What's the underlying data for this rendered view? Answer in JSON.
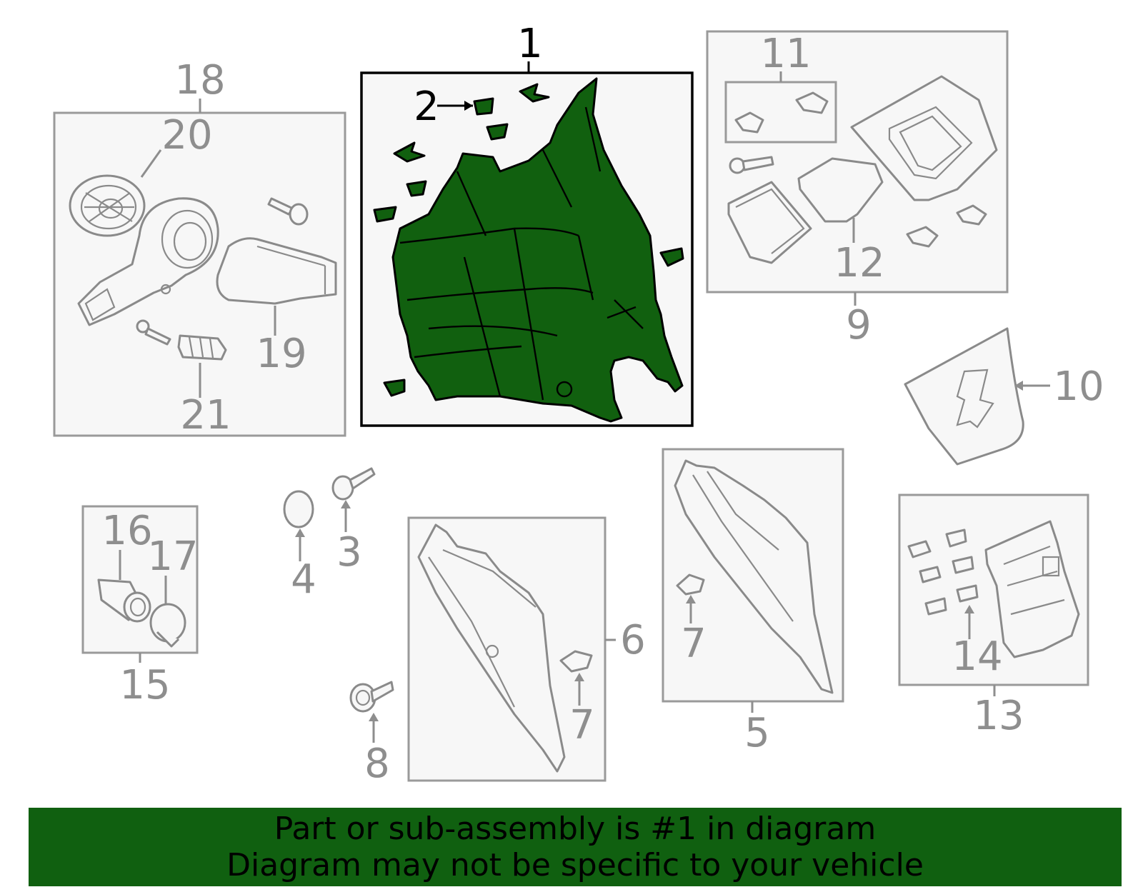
{
  "callouts": {
    "c1": "1",
    "c2": "2",
    "c3": "3",
    "c4": "4",
    "c5": "5",
    "c6": "6",
    "c7a": "7",
    "c7b": "7",
    "c8": "8",
    "c9": "9",
    "c10": "10",
    "c11": "11",
    "c12": "12",
    "c13": "13",
    "c14": "14",
    "c15": "15",
    "c16": "16",
    "c17": "17",
    "c18": "18",
    "c19": "19",
    "c20": "20",
    "c21": "21"
  },
  "highlight_part": "1",
  "colors": {
    "highlight": "#11600f",
    "banner": "#106010",
    "outline": "#9a9a9a"
  },
  "banner": {
    "line1": "Part or sub-assembly is #1 in diagram",
    "line2": "Diagram may not be specific to your vehicle"
  }
}
